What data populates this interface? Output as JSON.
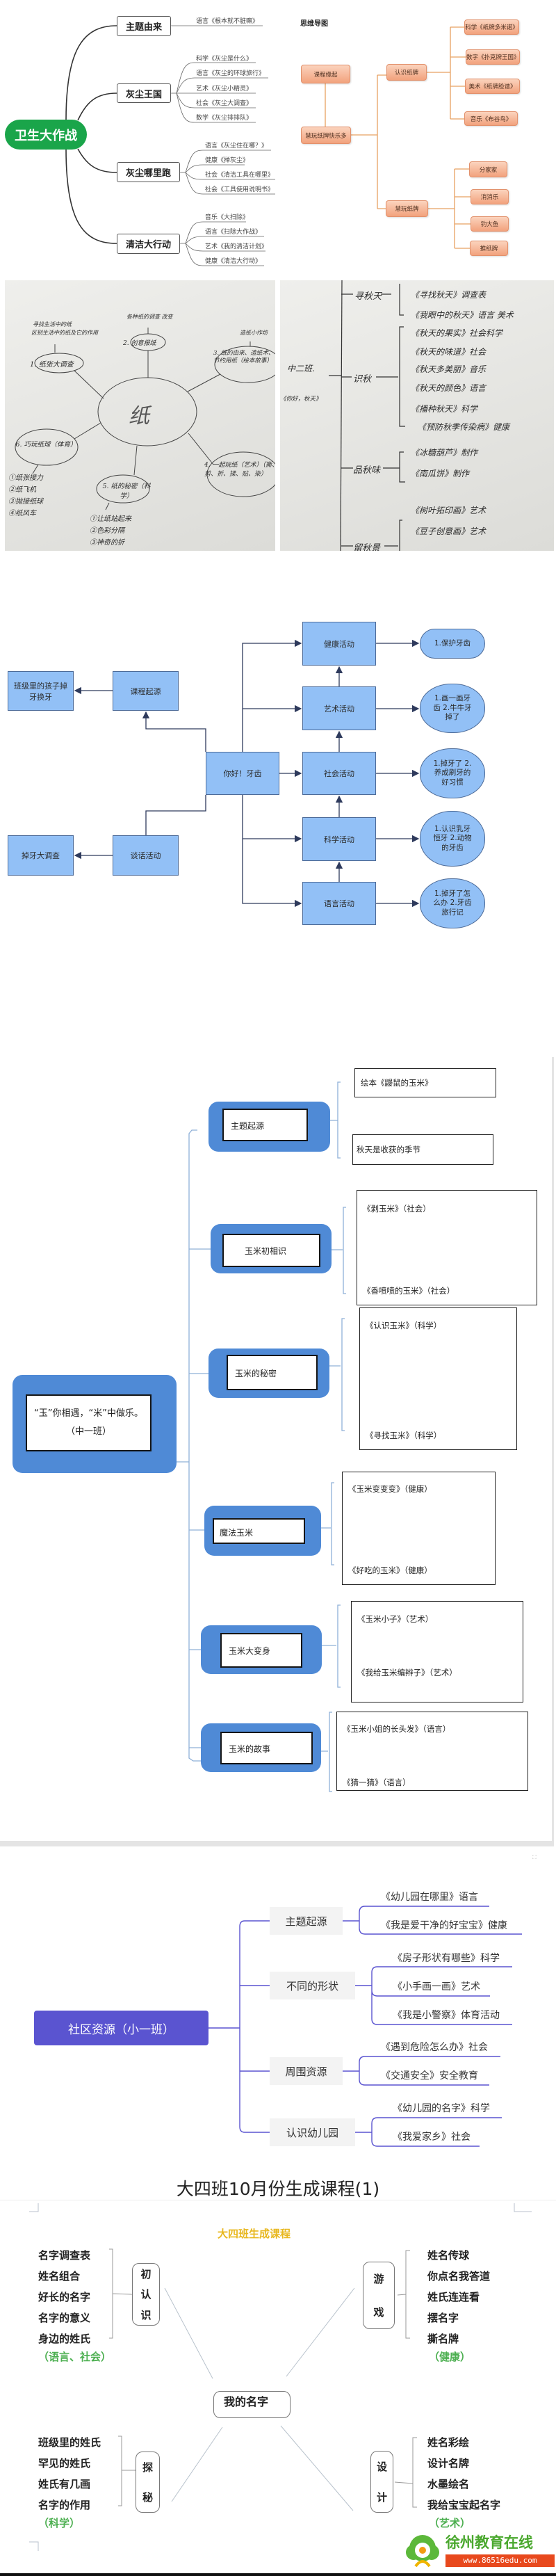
{
  "hygiene": {
    "root": "卫生大作战",
    "branches": [
      {
        "label": "主题由来",
        "leaves": [
          "语言《根本就不脏嘛》"
        ]
      },
      {
        "label": "灰尘王国",
        "leaves": [
          "科学《灰尘是什么》",
          "语言《灰尘的环球旅行》",
          "艺术《灰尘小精灵》",
          "社会《灰尘大调查》",
          "数学《灰尘排排队》"
        ]
      },
      {
        "label": "灰尘哪里跑",
        "leaves": [
          "语言《灰尘住在哪？》",
          "健康《掸灰尘》",
          "社会《清洁工具在哪里》",
          "社会《工具使用说明书》"
        ]
      },
      {
        "label": "清洁大行动",
        "leaves": [
          "音乐《大扫除》",
          "语言《扫除大作战》",
          "艺术《我的清洁计划》",
          "健康《清洁大行动》"
        ]
      }
    ]
  },
  "cards": {
    "heading": "思维导图",
    "origin": "课程缘起",
    "root": "慧玩纸牌快乐多",
    "branches": [
      {
        "label": "认识纸牌",
        "leaves": [
          "科学《纸牌多米诺》",
          "数字《扑克牌王国》",
          "美术《纸牌脸谱》",
          "音乐《布谷鸟》"
        ]
      },
      {
        "label": "慧玩纸牌",
        "leaves": [
          "分家家",
          "消消乐",
          "钓大鱼",
          "推纸牌"
        ]
      }
    ]
  },
  "paper_photo": {
    "center": "纸",
    "nodes": [
      "1. 纸张大调查",
      "2. 创意报纸",
      "3. 纸的由来、造纸术、节约用纸（绘本故事）",
      "4. 一起玩纸（艺术）（撕、剪、折、揉、贴、染）",
      "5. 纸的秘密（科学）",
      "6. 巧玩纸球（体育）"
    ],
    "notes": [
      "寻找生活中的纸",
      "区别生活中的纸及它的作用",
      "各种纸的调查 改变",
      "造纸小作坊"
    ],
    "list6": [
      "①纸张接力",
      "②纸飞机",
      "③抛接纸球",
      "④纸风车"
    ],
    "list5": [
      "①让纸站起来",
      "②色彩分隔",
      "③神奇的折"
    ]
  },
  "autumn_photo": {
    "class": "中二班.",
    "theme": "《你好，秋天》",
    "groups": [
      {
        "label": "寻秋天",
        "items": [
          "《寻找秋天》调查表",
          "《我眼中的秋天》语言 美术"
        ]
      },
      {
        "label": "识秋",
        "items": [
          "《秋天的果实》社会科学",
          "《秋天的味道》社会",
          "《秋天多美丽》音乐",
          "《秋天的颜色》语言",
          "《播种秋天》科学",
          "《预防秋季传染病》健康"
        ]
      },
      {
        "label": "品秋味",
        "items": [
          "《冰糖葫芦》制作",
          "《南瓜饼》制作"
        ]
      },
      {
        "label": "留秋景",
        "items": [
          "《树叶拓印画》艺术",
          "《豆子创意画》艺术"
        ]
      }
    ]
  },
  "teeth": {
    "center": "你好！牙齿",
    "origin": "课程起源",
    "origin_detail": "班级里的孩子掉牙换牙",
    "talk": "谈话活动",
    "talk_detail": "掉牙大调查",
    "activities": [
      {
        "label": "健康活动",
        "detail": "1.保护牙齿"
      },
      {
        "label": "艺术活动",
        "detail": "1.画一画牙齿 2.牛牛牙掉了"
      },
      {
        "label": "社会活动",
        "detail": "1.掉牙了 2.养成刷牙的好习惯"
      },
      {
        "label": "科学活动",
        "detail": "1.认识乳牙恒牙 2.动物的牙齿"
      },
      {
        "label": "语言活动",
        "detail": "1.掉牙了怎么办 2.牙齿旅行记"
      }
    ]
  },
  "corn": {
    "root": "“玉”你相遇，“米”中做乐。（中一班）",
    "branches": [
      {
        "label": "主题起源",
        "leaves": [
          "绘本《鼹鼠的玉米》",
          "秋天是收获的季节"
        ]
      },
      {
        "label": "玉米初相识",
        "leaves": [
          "《剥玉米》（社会）",
          "《香喷喷的玉米》（社会）"
        ]
      },
      {
        "label": "玉米的秘密",
        "leaves": [
          "《认识玉米》（科学）",
          "《寻找玉米》（科学）"
        ]
      },
      {
        "label": "魔法玉米",
        "leaves": [
          "《玉米变变变》（健康）",
          "《好吃的玉米》（健康）"
        ]
      },
      {
        "label": "玉米大变身",
        "leaves": [
          "《玉米小子》（艺术）",
          "《我给玉米编辫子》（艺术）"
        ]
      },
      {
        "label": "玉米的故事",
        "leaves": [
          "《玉米小姐的长头发》（语言）",
          "《猜一猜》（语言）"
        ]
      }
    ]
  },
  "community": {
    "root": "社区资源（小一班）",
    "branches": [
      {
        "label": "主题起源",
        "leaves": [
          "《幼儿园在哪里》语言",
          "《我是爱干净的好宝宝》健康"
        ]
      },
      {
        "label": "不同的形状",
        "leaves": [
          "《房子形状有哪些》科学",
          "《小手画一画》艺术",
          "《我是小警察》体育活动"
        ]
      },
      {
        "label": "周围资源",
        "leaves": [
          "《遇到危险怎么办》社会",
          "《交通安全》安全教育"
        ]
      },
      {
        "label": "认识幼儿园",
        "leaves": [
          "《幼儿园的名字》科学",
          "《我爱家乡》社会"
        ]
      }
    ]
  },
  "names": {
    "title": "大四班10月份生成课程(1)",
    "subtitle": "大四班生成课程",
    "center": "我的名字",
    "quadrants": [
      {
        "label": [
          "初",
          "认",
          "识"
        ],
        "items": [
          "名字调查表",
          "姓名组合",
          "好长的名字",
          "名字的意义",
          "身边的姓氏"
        ],
        "domain": "（语言、社会）"
      },
      {
        "label": [
          "游",
          "戏"
        ],
        "items": [
          "姓名传球",
          "你点名我答道",
          "姓氏连连看",
          "摆名字",
          "撕名牌"
        ],
        "domain": "（健康）"
      },
      {
        "label": [
          "探",
          "秘"
        ],
        "items": [
          "班级里的姓氏",
          "罕见的姓氏",
          "姓氏有几画",
          "名字的作用"
        ],
        "domain": "（科学）"
      },
      {
        "label": [
          "设",
          "计"
        ],
        "items": [
          "姓名彩绘",
          "设计名牌",
          "水墨绘名",
          "我给宝宝起名字"
        ],
        "domain": "（艺术）"
      }
    ]
  },
  "watermark": {
    "name": "徐州教育在线",
    "url": "www.86516edu.com"
  },
  "colors": {
    "green": "#1aa54a",
    "orange": "#f2a27d",
    "blue": "#92c0f6",
    "corn_blue": "#4f8ad6",
    "purple": "#5a54d0",
    "subtitle": "#e8b820"
  }
}
